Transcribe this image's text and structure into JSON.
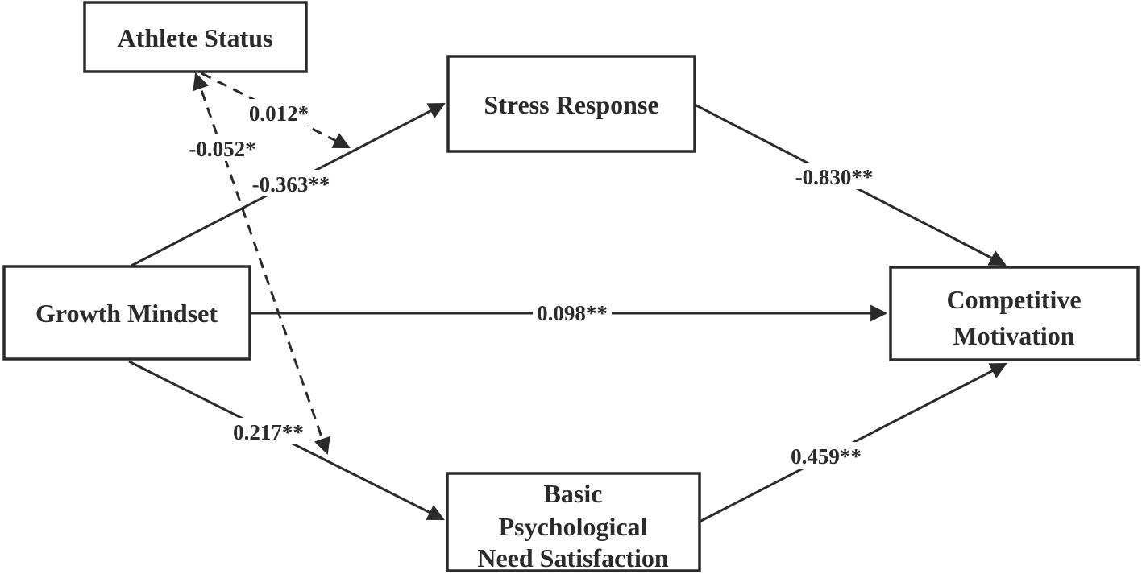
{
  "figure": {
    "kind": "structural-path-model"
  },
  "colors": {
    "ink": "#2b2b2b",
    "background": "#ffffff"
  },
  "nodes": {
    "athlete_status": {
      "lines": [
        "Athlete Status"
      ]
    },
    "stress_response": {
      "lines": [
        "Stress Response"
      ]
    },
    "growth_mindset": {
      "lines": [
        "Growth Mindset"
      ]
    },
    "competitive_motivation": {
      "lines": [
        "Competitive",
        "Motivation"
      ]
    },
    "basic_psychological_need_satisfaction": {
      "lines": [
        "Basic",
        "Psychological",
        "Need Satisfaction"
      ]
    }
  },
  "edges": {
    "growth_mindset_to_stress_response": {
      "label": "-0.363**",
      "style": "solid",
      "from": "Growth Mindset",
      "to": "Stress Response"
    },
    "stress_response_to_competitive_motivation": {
      "label": "-0.830**",
      "style": "solid",
      "from": "Stress Response",
      "to": "Competitive Motivation"
    },
    "growth_mindset_to_competitive_motivation": {
      "label": "0.098**",
      "style": "solid",
      "from": "Growth Mindset",
      "to": "Competitive Motivation"
    },
    "growth_mindset_to_need_satisfaction": {
      "label": "0.217**",
      "style": "solid",
      "from": "Growth Mindset",
      "to": "Basic Psychological Need Satisfaction"
    },
    "need_satisfaction_to_competitive_motivation": {
      "label": "0.459**",
      "style": "solid",
      "from": "Basic Psychological Need Satisfaction",
      "to": "Competitive Motivation"
    },
    "athlete_status_on_stress_path": {
      "label": "0.012*",
      "style": "dashed",
      "from": "Athlete Status",
      "to": "Growth Mindset to Stress Response path"
    },
    "athlete_status_on_need_satisfaction_path": {
      "label": "-0.052*",
      "style": "dashed",
      "from": "Athlete Status",
      "to": "Growth Mindset to Basic Psychological Need Satisfaction path"
    }
  }
}
